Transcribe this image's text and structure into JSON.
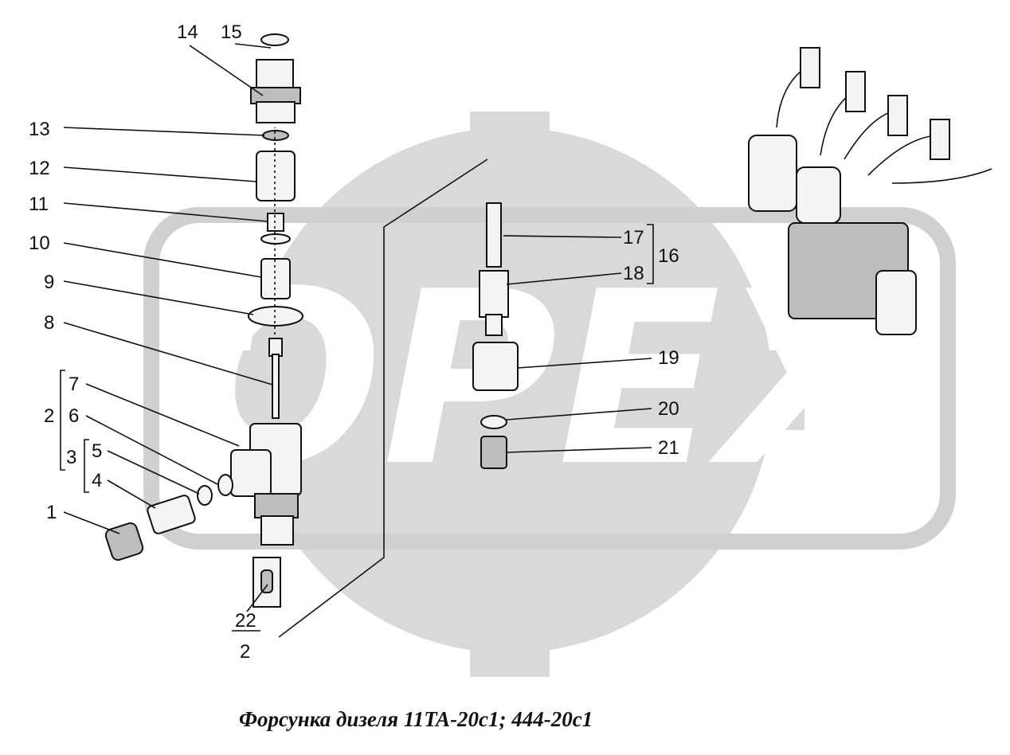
{
  "caption": "Форсунка дизеля 11ТА-20с1; 444-20с1",
  "watermark": "OPEX",
  "callouts": {
    "c1": "1",
    "c2a": "2",
    "c2b": "2",
    "c3": "3",
    "c4": "4",
    "c5": "5",
    "c6": "6",
    "c7": "7",
    "c8": "8",
    "c9": "9",
    "c10": "10",
    "c11": "11",
    "c12": "12",
    "c13": "13",
    "c14": "14",
    "c15": "15",
    "c16": "16",
    "c17": "17",
    "c18": "18",
    "c19": "19",
    "c20": "20",
    "c21": "21",
    "c22": "22"
  },
  "colors": {
    "ink": "#111111",
    "watermark": "#d9d9d9"
  }
}
